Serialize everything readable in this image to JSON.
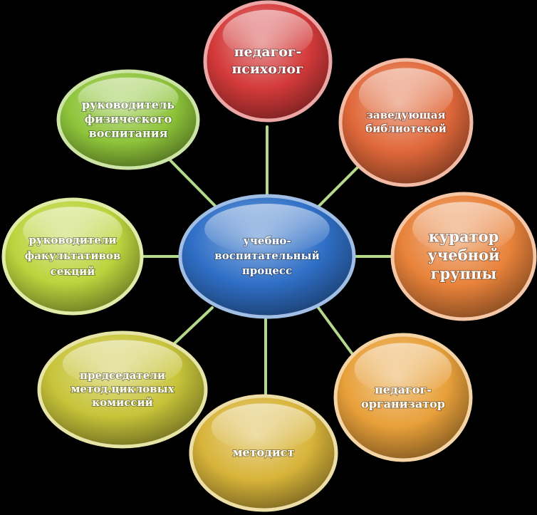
{
  "center": {
    "lines": [
      "учебно-",
      "воспитательный",
      "процесс"
    ],
    "color": "#2f6fc6"
  },
  "nodes": [
    {
      "id": "pedagog-psiholog",
      "lines": [
        "педагог-",
        "психолог"
      ],
      "color": "#d43a3a",
      "large": true
    },
    {
      "id": "zaveduyushchaya-bibliotekoy",
      "lines": [
        "заведующая",
        "библиотекой"
      ],
      "color": "#e0683a",
      "large": false
    },
    {
      "id": "kurator-uchebnoy-gruppy",
      "lines": [
        "куратор",
        "учебной",
        "группы"
      ],
      "color": "#e8823a",
      "large": true
    },
    {
      "id": "pedagog-organizator",
      "lines": [
        "педагог-",
        "организатор"
      ],
      "color": "#e8a03a",
      "large": true
    },
    {
      "id": "metodist",
      "lines": [
        "методист"
      ],
      "color": "#d8b43a",
      "large": false
    },
    {
      "id": "predsedateli-komissiy",
      "lines": [
        "председатели",
        "метод.цикловых",
        "комиссий"
      ],
      "color": "#c8c43a",
      "large": false
    },
    {
      "id": "rukovoditeli-fakultativov",
      "lines": [
        "руководители",
        "факультативов",
        "секций"
      ],
      "color": "#bcd43e",
      "large": false
    },
    {
      "id": "rukovoditel-fizvospitaniya",
      "lines": [
        "руководитель",
        "физического",
        "воспитания"
      ],
      "color": "#8ec43a",
      "large": true
    }
  ]
}
